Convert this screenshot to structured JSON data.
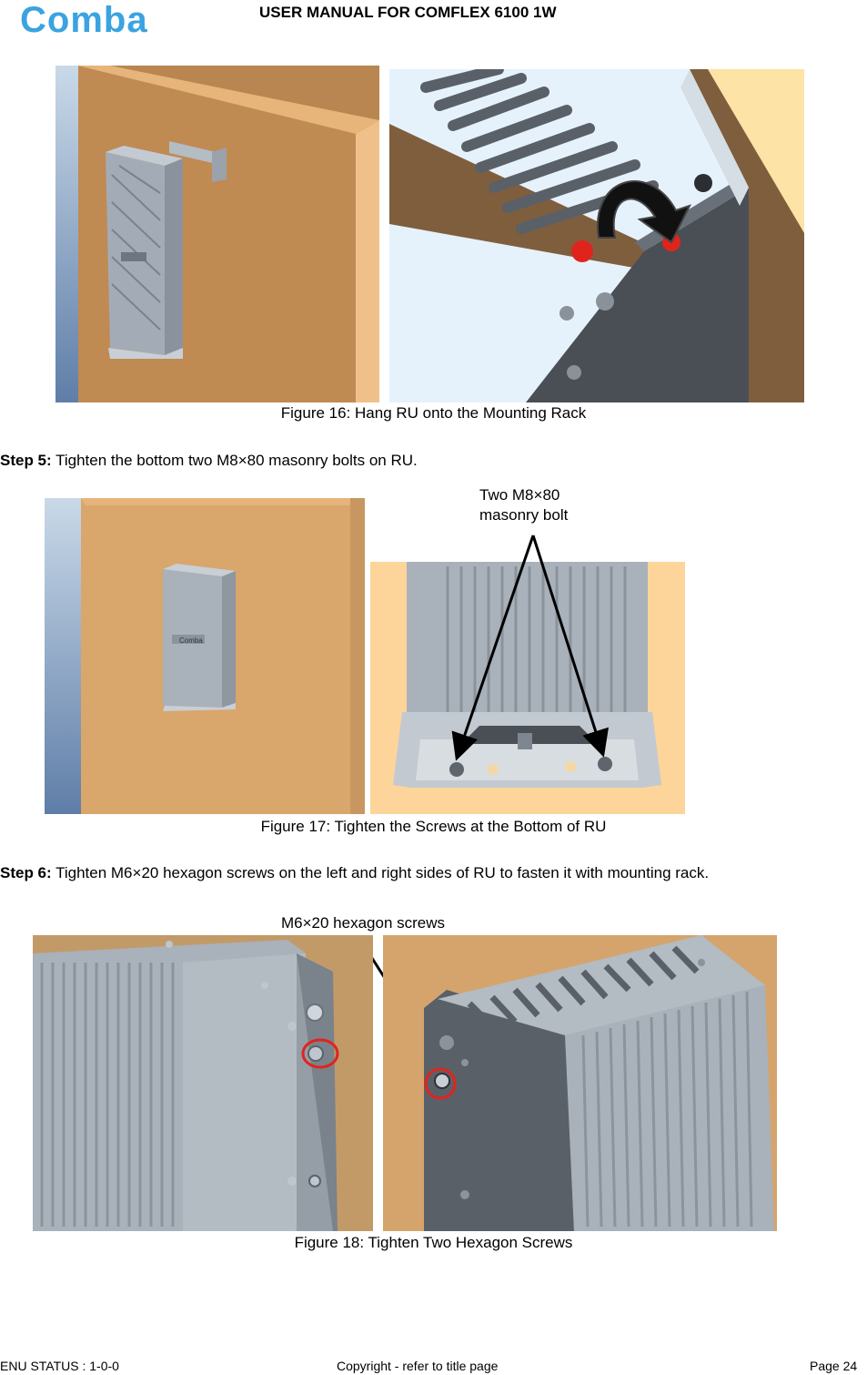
{
  "header": {
    "logo_text": "Comba",
    "title": "USER MANUAL FOR COMFLEX 6100 1W"
  },
  "figures": [
    {
      "caption": "Figure 16: Hang RU onto the Mounting Rack"
    },
    {
      "caption": "Figure 17: Tighten the Screws at the Bottom of RU",
      "callout_line1": "Two M8×80",
      "callout_line2": "masonry bolt",
      "device_label": "Comba"
    },
    {
      "caption": "Figure 18: Tighten Two Hexagon Screws",
      "callout": "M6×20 hexagon screws"
    }
  ],
  "steps": [
    {
      "label": "Step 5:",
      "text": " Tighten the bottom two M8×80 masonry bolts on RU."
    },
    {
      "label": "Step 6:",
      "text": " Tighten M6×20 hexagon screws on the left and right sides of RU to fasten it with mounting rack."
    }
  ],
  "footer": {
    "status": "ENU STATUS : 1-0-0",
    "copyright": "Copyright - refer to title page",
    "page": "Page 24"
  },
  "colors": {
    "brand": "#3ba3e0",
    "wood": "#d9a66b",
    "wall_dark": "#7f5e3e",
    "metal": "#a9b1ba",
    "metal_dark": "#4a4f55",
    "highlight": "#e0241c"
  }
}
